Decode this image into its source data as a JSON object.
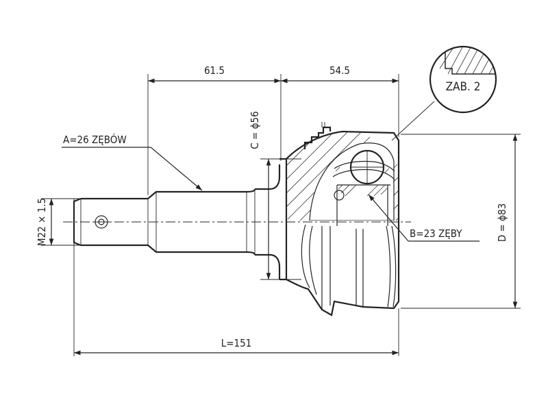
{
  "dimensions": {
    "length_left": "61.5",
    "length_right": "54.5",
    "total_length": "L=151",
    "shaft_thread": "M22 × 1.5",
    "seal_diameter": "C = ϕ56",
    "outer_diameter": "D = ϕ83"
  },
  "labels": {
    "outer_splines": "A=26 ZĘBÓW",
    "inner_splines": "B=23 ZĘBY",
    "detail": "ZAB. 2"
  }
}
